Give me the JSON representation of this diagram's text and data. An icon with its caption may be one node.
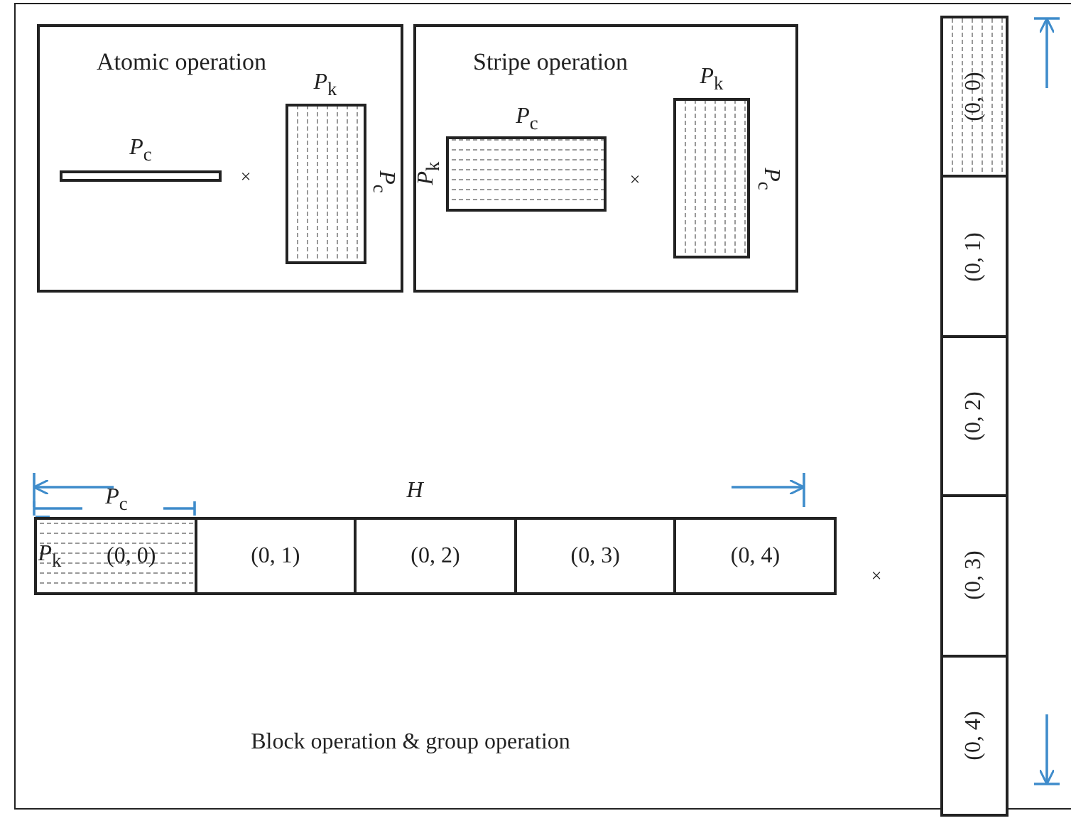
{
  "diagram": {
    "nodes": [
      {
        "text": [
          "Atomic operation"
        ]
      },
      {
        "text": [],
        "shape": "box",
        "in": 0
      },
      {
        "text": [],
        "shape": "box",
        "in": 0
      },
      {
        "text": [
          "Stripe operation"
        ]
      },
      {
        "text": [],
        "shape": "box",
        "in": 3
      },
      {
        "text": [],
        "shape": "box",
        "in": 3
      },
      {
        "text": [
          "(0, 0)"
        ]
      },
      {
        "text": [
          "(0, 1)"
        ]
      },
      {
        "text": [
          "(0, 2)"
        ]
      },
      {
        "text": [
          "(0, 3)"
        ]
      },
      {
        "text": [
          "(0, 4)"
        ]
      },
      {
        "text": [
          "(0, 0)"
        ]
      },
      {
        "text": [
          "(0, 1)"
        ]
      },
      {
        "text": [
          "(0, 2)"
        ]
      },
      {
        "text": [
          "(0, 3)"
        ]
      },
      {
        "text": [
          "(0, 4)"
        ]
      }
    ],
    "edges": [],
    "labels": [
      "*P*$_{k}$",
      "*P*$_{c}$",
      "×",
      "*P*$_{c}$",
      "*P*$_{k}$",
      "*P*$_{c}$",
      "*P*$_{k}$",
      "×",
      "*P*$_{c}$",
      "*P*$_{c}$",
      "H",
      "*P*$_{k}$",
      "×",
      "Block operation & group operation"
    ]
  }
}
